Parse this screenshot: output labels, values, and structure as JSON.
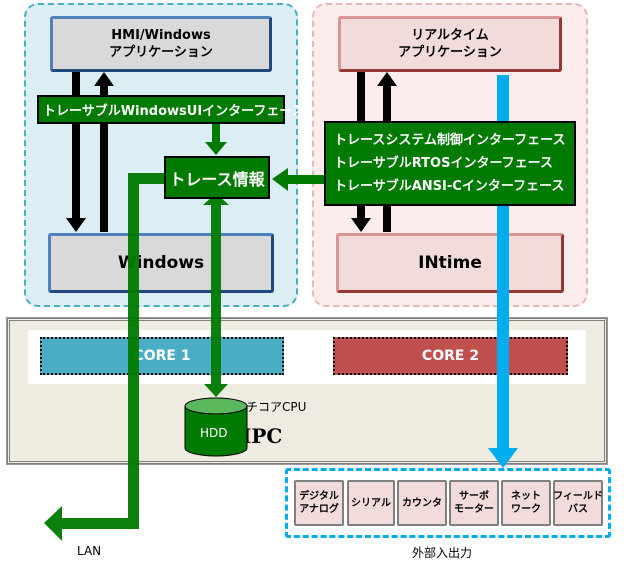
{
  "windows_side": {
    "app_title": "HMI/Windows\nアプリケーション",
    "ui_interface": "トレーサブルWindowsUIインターフェース",
    "os": "Windows"
  },
  "realtime_side": {
    "app_title": "リアルタイム\nアプリケーション",
    "interfaces": [
      "トレースシステム制御インターフェース",
      "トレーサブルRTOSインターフェース",
      "トレーサブルANSI-Cインターフェース"
    ],
    "os": "INtime"
  },
  "trace_info": "トレース情報",
  "ipc": {
    "cores": [
      "CORE 1",
      "CORE 2"
    ],
    "cpu_label": "マルチコアCPU",
    "storage": "HDD",
    "title": "IPC"
  },
  "external_io": {
    "label": "外部入出力",
    "items": [
      "デジタル\nアナログ",
      "シリアル",
      "カウンタ",
      "サーボ\nモーター",
      "ネット\nワーク",
      "フィールド\nバス"
    ]
  },
  "lan_label": "LAN",
  "colors": {
    "green": "#007a00",
    "cyan_arrow": "#00aeef",
    "core1": "#4bacc6",
    "core2": "#c0504d"
  }
}
